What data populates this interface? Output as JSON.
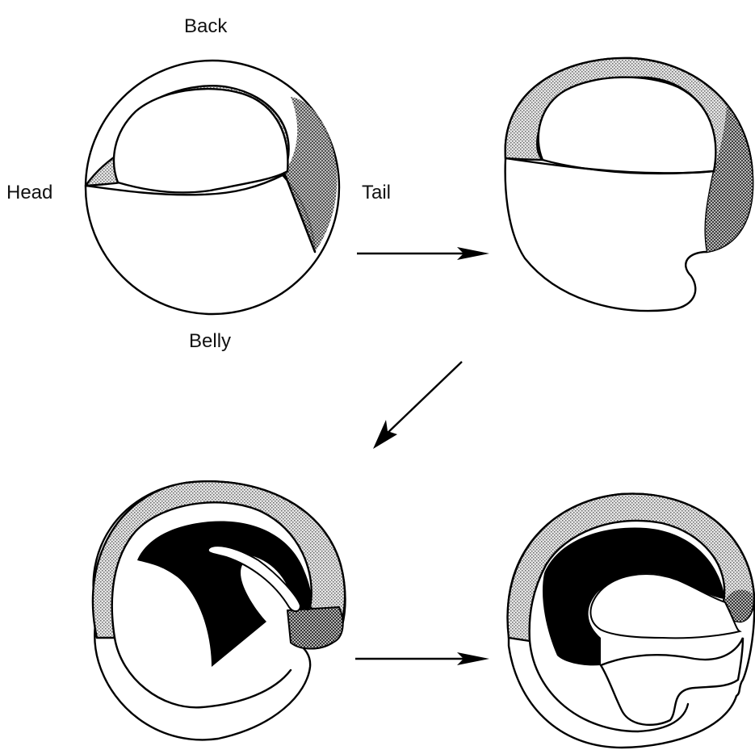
{
  "labels": {
    "back": "Back",
    "head": "Head",
    "tail": "Tail",
    "belly": "Belly"
  },
  "colors": {
    "ink": "#000000",
    "background": "#ffffff",
    "stipple_light": "#bdbdbd",
    "stipple_dark": "#8a8a8a"
  }
}
